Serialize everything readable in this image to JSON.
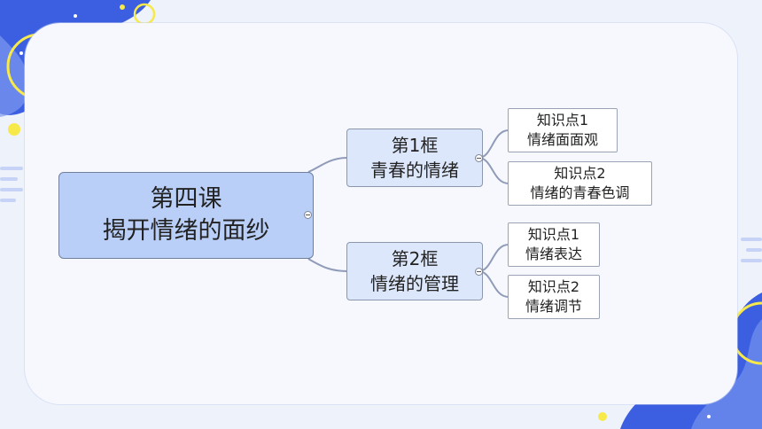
{
  "mindmap": {
    "root": {
      "line1": "第四课",
      "line2": "揭开情绪的面纱"
    },
    "branches": [
      {
        "line1": "第1框",
        "line2": "青春的情绪",
        "leaves": [
          {
            "line1": "知识点1",
            "line2": "情绪面面观"
          },
          {
            "line1": "知识点2",
            "line2": "情绪的青春色调"
          }
        ]
      },
      {
        "line1": "第2框",
        "line2": "情绪的管理",
        "leaves": [
          {
            "line1": "知识点1",
            "line2": "情绪表达"
          },
          {
            "line1": "知识点2",
            "line2": "情绪调节"
          }
        ]
      }
    ]
  },
  "colors": {
    "background": "#eef2fb",
    "wave_blue": "#3b5fe0",
    "accent_yellow": "#f7e94a",
    "root_fill": "#b9cff8",
    "branch_fill": "#dde7fb",
    "connector": "#8f9bb8"
  }
}
